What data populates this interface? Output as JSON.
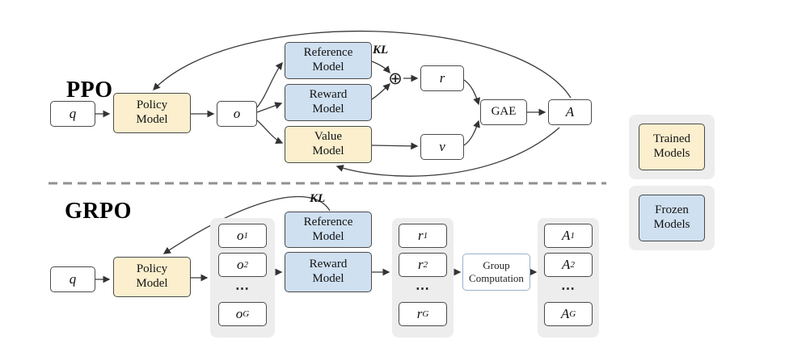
{
  "ppo": {
    "label": "PPO",
    "q": "q",
    "policy": "Policy Model",
    "o": "o",
    "reference": "Reference Model",
    "reward": "Reward Model",
    "value": "Value Model",
    "kl": "KL",
    "oplus": "⊕",
    "r": "r",
    "v": "v",
    "gae": "GAE",
    "a": "A"
  },
  "grpo": {
    "label": "GRPO",
    "q": "q",
    "policy": "Policy Model",
    "kl": "KL",
    "reference": "Reference Model",
    "reward": "Reward Model",
    "group_computation": "Group Computation",
    "outputs": [
      {
        "base": "o",
        "sub": "1"
      },
      {
        "base": "o",
        "sub": "2"
      },
      {
        "dots": "⋯"
      },
      {
        "base": "o",
        "sub": "G"
      }
    ],
    "rewards": [
      {
        "base": "r",
        "sub": "1"
      },
      {
        "base": "r",
        "sub": "2"
      },
      {
        "dots": "⋯"
      },
      {
        "base": "r",
        "sub": "G"
      }
    ],
    "advantages": [
      {
        "base": "A",
        "sub": "1"
      },
      {
        "base": "A",
        "sub": "2"
      },
      {
        "dots": "⋯"
      },
      {
        "base": "A",
        "sub": "G"
      }
    ]
  },
  "legend": {
    "trained": "Trained Models",
    "frozen": "Frozen Models"
  },
  "colors": {
    "trained_fill": "#FBEFCE",
    "frozen_fill": "#CFE0F1",
    "group_panel": "#EDEDED",
    "arrow": "#3a3a3a"
  }
}
